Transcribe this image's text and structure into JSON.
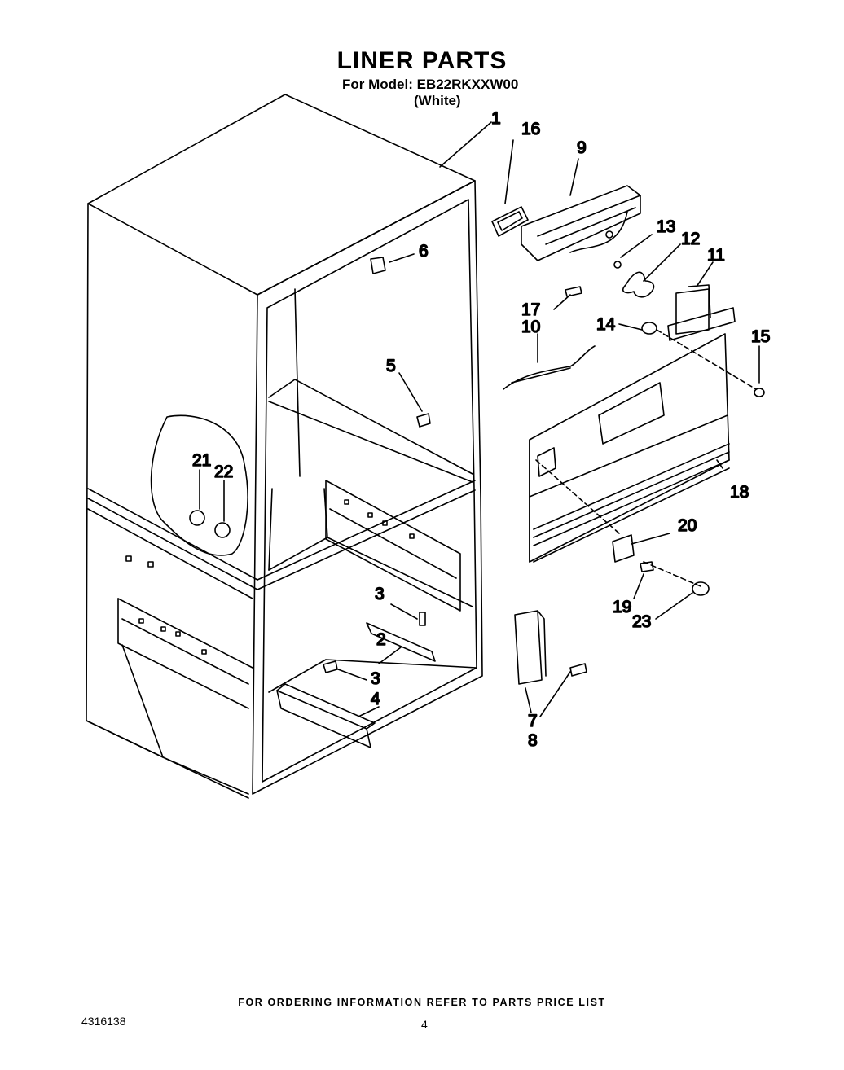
{
  "header": {
    "title": "LINER PARTS",
    "model_line": "For Model: EB22RKXXW00",
    "color_line": "(White)"
  },
  "callouts": [
    {
      "id": "c1",
      "label": "1"
    },
    {
      "id": "c2",
      "label": "2"
    },
    {
      "id": "c3a",
      "label": "3"
    },
    {
      "id": "c3b",
      "label": "3"
    },
    {
      "id": "c4",
      "label": "4"
    },
    {
      "id": "c5",
      "label": "5"
    },
    {
      "id": "c6",
      "label": "6"
    },
    {
      "id": "c7",
      "label": "7"
    },
    {
      "id": "c8",
      "label": "8"
    },
    {
      "id": "c9",
      "label": "9"
    },
    {
      "id": "c10",
      "label": "10"
    },
    {
      "id": "c11",
      "label": "11"
    },
    {
      "id": "c12",
      "label": "12"
    },
    {
      "id": "c13",
      "label": "13"
    },
    {
      "id": "c14",
      "label": "14"
    },
    {
      "id": "c15",
      "label": "15"
    },
    {
      "id": "c16",
      "label": "16"
    },
    {
      "id": "c17",
      "label": "17"
    },
    {
      "id": "c18",
      "label": "18"
    },
    {
      "id": "c19",
      "label": "19"
    },
    {
      "id": "c20",
      "label": "20"
    },
    {
      "id": "c21",
      "label": "21"
    },
    {
      "id": "c22",
      "label": "22"
    },
    {
      "id": "c23",
      "label": "23"
    }
  ],
  "footer": {
    "ordering_note": "FOR ORDERING INFORMATION REFER TO PARTS PRICE LIST",
    "doc_number": "4316138",
    "page_number": "4"
  }
}
